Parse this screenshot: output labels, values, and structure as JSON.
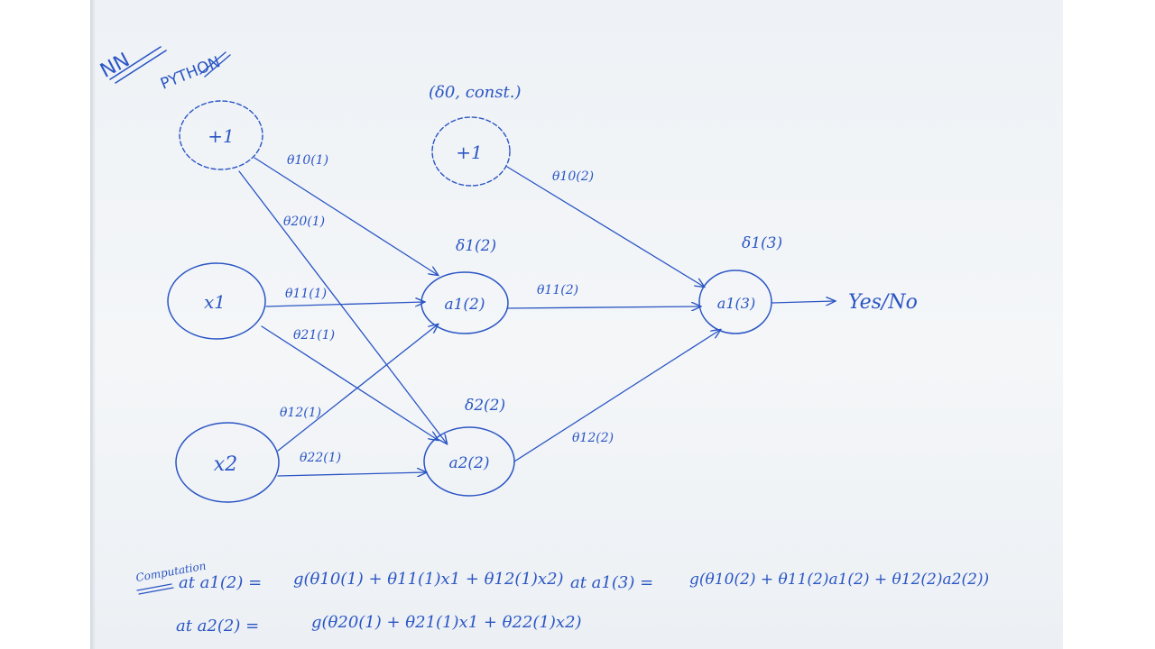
{
  "heading": {
    "left": "NN",
    "right": "PYTHON"
  },
  "nodes": {
    "bias_input": {
      "label": "+1"
    },
    "bias_hidden": {
      "label": "+1",
      "note": "(δ0, const.)"
    },
    "x1": {
      "label": "x1"
    },
    "x2": {
      "label": "x2"
    },
    "a1_2": {
      "label": "a1(2)",
      "delta": "δ1(2)"
    },
    "a2_2": {
      "label": "a2(2)",
      "delta": "δ2(2)"
    },
    "a1_3": {
      "label": "a1(3)",
      "delta": "δ1(3)"
    }
  },
  "edges": {
    "theta_10_1": "θ10(1)",
    "theta_20_1": "θ20(1)",
    "theta_11_1": "θ11(1)",
    "theta_21_1": "θ21(1)",
    "theta_12_1": "θ12(1)",
    "theta_22_1": "θ22(1)",
    "theta_10_2": "θ10(2)",
    "theta_11_2": "θ11(2)",
    "theta_12_2": "θ12(2)"
  },
  "output_label": "Yes/No",
  "computation": {
    "title": "Computation",
    "line1_lhs": "at a1(2) =",
    "line1_rhs": "g(θ10(1) + θ11(1)x1 + θ12(1)x2)",
    "line2_lhs": "at a2(2) =",
    "line2_rhs": "g(θ20(1) + θ21(1)x1 + θ22(1)x2)",
    "line3_lhs": "at a1(3) =",
    "line3_rhs": "g(θ10(2) + θ11(2)a1(2) + θ12(2)a2(2))"
  },
  "colors": {
    "ink": "#2a55c4",
    "paper": "#eef2f6"
  }
}
